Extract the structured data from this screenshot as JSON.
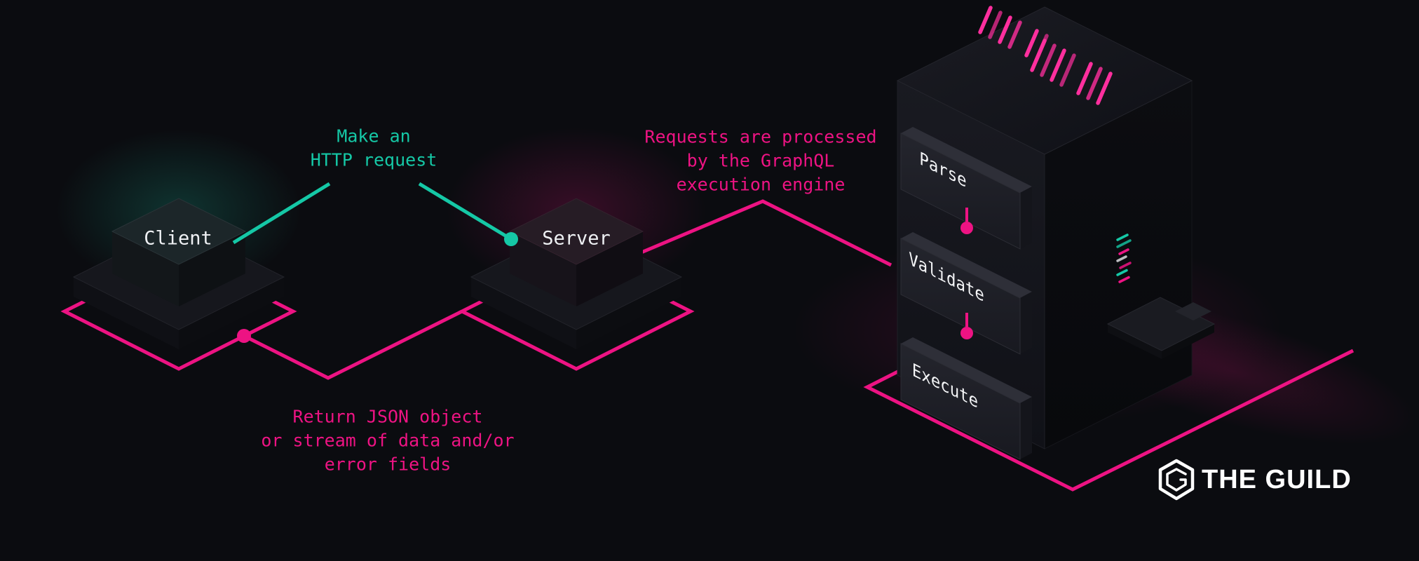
{
  "colors": {
    "background": "#0b0c10",
    "teal": "#15c8a6",
    "pink": "#ed1383",
    "text_light": "#eef0f3"
  },
  "nodes": {
    "client": {
      "label": "Client"
    },
    "server": {
      "label": "Server"
    }
  },
  "annotations": {
    "request": {
      "line1": "Make an",
      "line2": "HTTP request"
    },
    "engine": {
      "line1": "Requests are processed",
      "line2": "by the GraphQL",
      "line3": "execution engine"
    },
    "response": {
      "line1": "Return JSON object",
      "line2": "or stream of data and/or",
      "line3": "error fields"
    }
  },
  "engine_steps": [
    {
      "label": "Parse"
    },
    {
      "label": "Validate"
    },
    {
      "label": "Execute"
    }
  ],
  "brand": {
    "name": "THE GUILD"
  }
}
